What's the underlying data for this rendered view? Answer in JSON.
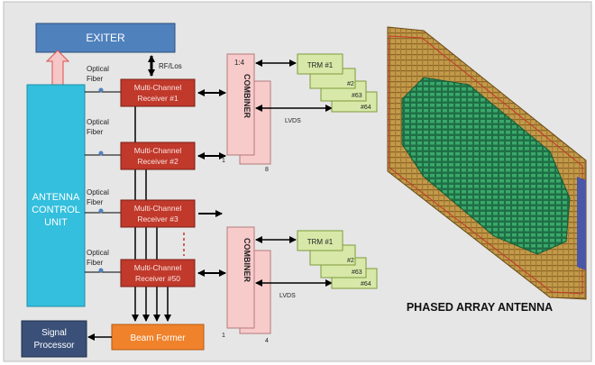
{
  "blocks": {
    "exciter": "EXITER",
    "acu_lines": [
      "ANTENNA",
      "CONTROL",
      "UNIT"
    ],
    "signal_processor_lines": [
      "Signal",
      "Processor"
    ],
    "beam_former": "Beam Former",
    "receivers": [
      [
        "Multi-Channel",
        "Receiver #1"
      ],
      [
        "Multi-Channel",
        "Receiver #2"
      ],
      [
        "Multi-Channel",
        "Receiver #3"
      ],
      [
        "Multi-Channel",
        "Receiver #50"
      ]
    ],
    "combiner": "COMBINER",
    "combiner_top": {
      "label_in": "1:4",
      "num_bottom_left": "1",
      "num_back": "8"
    },
    "combiner_bottom": {
      "num_bottom_left": "1",
      "num_back": "4"
    },
    "trm_top": [
      "TRM #1",
      "#2",
      "#63",
      "#64"
    ],
    "trm_bottom": [
      "TRM #1",
      "#2",
      "#63",
      "#64"
    ]
  },
  "labels": {
    "rf_los": "RF/Los",
    "optical_fiber": [
      "Optical",
      "Fiber"
    ],
    "lvds": "LVDS",
    "antenna_caption": "PHASED ARRAY ANTENNA"
  },
  "colors": {
    "background": "#e6e6e6",
    "exciter": "#4f81bd",
    "acu": "#33bfdd",
    "receiver": "#c0392b",
    "combiner": "#f8cbcb",
    "trm": "#d7e8a8",
    "beam_former": "#f0822b",
    "signal_processor": "#3a5078",
    "antenna_frame": "#b88a35",
    "antenna_elements": "#2e8b57"
  }
}
